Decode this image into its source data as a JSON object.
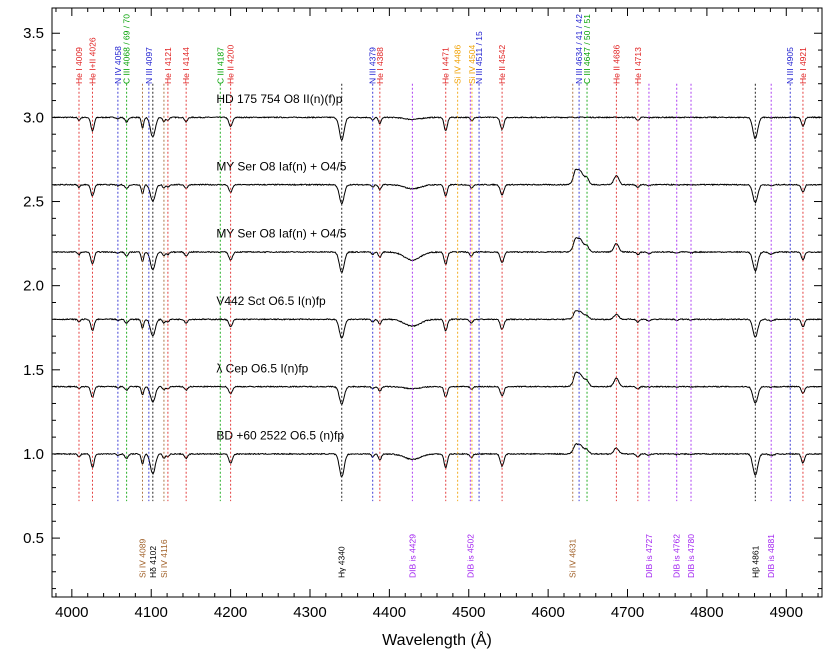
{
  "chart_data": {
    "type": "line",
    "title": "",
    "xlabel": "Wavelength (Å)",
    "ylabel": "",
    "xlim": [
      3975,
      4945
    ],
    "ylim": [
      0.15,
      3.65
    ],
    "xticks": [
      4000,
      4100,
      4200,
      4300,
      4400,
      4500,
      4600,
      4700,
      4800,
      4900
    ],
    "yticks": [
      0.5,
      1.0,
      1.5,
      2.0,
      2.5,
      3.0,
      3.5
    ],
    "ytick_labels": [
      "0.5",
      "1.0",
      "1.5",
      "2.0",
      "2.5",
      "3.0",
      "3.5"
    ],
    "grid": false,
    "colors": {
      "red": "#e02020",
      "blue": "#2020d0",
      "green": "#00a000",
      "orange": "#f0a000",
      "brown": "#a06028",
      "purple": "#a020f0",
      "black": "#000000"
    },
    "series": [
      {
        "name": "HD 175 754   O8 II(n)(f)p",
        "offset": 3.0,
        "label_x": 4182,
        "label_y": 3.085,
        "emission": 0.0,
        "abs_scale": 0.9,
        "dib": 0.3
      },
      {
        "name": "MY Ser   O8 Iaf(n) + O4/5",
        "offset": 2.6,
        "label_x": 4182,
        "label_y": 2.685,
        "emission": 1.1,
        "abs_scale": 0.75,
        "dib": 0.6
      },
      {
        "name": "MY Ser   O8 Iaf(n) + O4/5",
        "offset": 2.2,
        "label_x": 4182,
        "label_y": 2.285,
        "emission": 1.0,
        "abs_scale": 0.8,
        "dib": 1.2
      },
      {
        "name": "V442 Sct   O6.5 I(n)fp",
        "offset": 1.8,
        "label_x": 4182,
        "label_y": 1.885,
        "emission": 0.6,
        "abs_scale": 0.75,
        "dib": 1.0
      },
      {
        "name": "λ Cep   O6.5 I(n)fp",
        "offset": 1.4,
        "label_x": 4182,
        "label_y": 1.485,
        "emission": 1.0,
        "abs_scale": 0.7,
        "dib": 0.3
      },
      {
        "name": "BD +60 2522   O6.5 (n)fp",
        "offset": 1.0,
        "label_x": 4182,
        "label_y": 1.085,
        "emission": 0.7,
        "abs_scale": 0.9,
        "dib": 0.8
      }
    ],
    "top_line_labels": [
      {
        "text": "He I 4009",
        "x": 4009,
        "color": "red"
      },
      {
        "text": "He I+II 4026",
        "x": 4026,
        "color": "red"
      },
      {
        "text": "N IV 4058",
        "x": 4058,
        "color": "blue"
      },
      {
        "text": "C III 4068 / 69 / 70",
        "x": 4069,
        "color": "green"
      },
      {
        "text": "N III 4097",
        "x": 4097,
        "color": "blue"
      },
      {
        "text": "He I 4121",
        "x": 4121,
        "color": "red"
      },
      {
        "text": "He I 4144",
        "x": 4144,
        "color": "red"
      },
      {
        "text": "C III 4187",
        "x": 4187,
        "color": "green"
      },
      {
        "text": "He II 4200",
        "x": 4200,
        "color": "red"
      },
      {
        "text": "N III 4379",
        "x": 4379,
        "color": "blue"
      },
      {
        "text": "He I 4388",
        "x": 4388,
        "color": "red"
      },
      {
        "text": "He I 4471",
        "x": 4471,
        "color": "red"
      },
      {
        "text": "Si IV 4486",
        "x": 4486,
        "color": "orange"
      },
      {
        "text": "Si IV 4504",
        "x": 4504,
        "color": "orange"
      },
      {
        "text": "N III 4511 / 15",
        "x": 4513,
        "color": "blue"
      },
      {
        "text": "He II 4542",
        "x": 4542,
        "color": "red"
      },
      {
        "text": "N III 4634 / 41 / 42",
        "x": 4639,
        "color": "blue"
      },
      {
        "text": "C III 4647 / 50 / 51",
        "x": 4649,
        "color": "green"
      },
      {
        "text": "He II 4686",
        "x": 4686,
        "color": "red"
      },
      {
        "text": "He I 4713",
        "x": 4713,
        "color": "red"
      },
      {
        "text": "N III 4905",
        "x": 4905,
        "color": "blue"
      },
      {
        "text": "He I 4921",
        "x": 4921,
        "color": "red"
      }
    ],
    "bottom_line_labels": [
      {
        "text": "Si IV 4089",
        "x": 4089,
        "color": "brown"
      },
      {
        "text": "Hδ 4102",
        "x": 4102,
        "color": "black"
      },
      {
        "text": "Si IV 4116",
        "x": 4116,
        "color": "brown"
      },
      {
        "text": "Hγ 4340",
        "x": 4340,
        "color": "black"
      },
      {
        "text": "DIB is 4429",
        "x": 4429,
        "color": "purple"
      },
      {
        "text": "DIB is 4502",
        "x": 4502,
        "color": "purple"
      },
      {
        "text": "Si IV 4631",
        "x": 4631,
        "color": "brown"
      },
      {
        "text": "DIB is 4727",
        "x": 4727,
        "color": "purple"
      },
      {
        "text": "DIB is 4762",
        "x": 4762,
        "color": "purple"
      },
      {
        "text": "DIB is 4780",
        "x": 4780,
        "color": "purple"
      },
      {
        "text": "Hβ 4861",
        "x": 4861,
        "color": "black"
      },
      {
        "text": "DIB is 4881",
        "x": 4881,
        "color": "purple"
      }
    ],
    "absorption_lines": [
      {
        "x": 4009,
        "depth": 0.02,
        "width": 1.5
      },
      {
        "x": 4026,
        "depth": 0.09,
        "width": 2.0
      },
      {
        "x": 4058,
        "depth": 0.01,
        "width": 1.5
      },
      {
        "x": 4069,
        "depth": 0.03,
        "width": 2.0
      },
      {
        "x": 4089,
        "depth": 0.07,
        "width": 1.5
      },
      {
        "x": 4102,
        "depth": 0.13,
        "width": 3.0
      },
      {
        "x": 4116,
        "depth": 0.03,
        "width": 1.5
      },
      {
        "x": 4121,
        "depth": 0.02,
        "width": 1.5
      },
      {
        "x": 4144,
        "depth": 0.03,
        "width": 1.8
      },
      {
        "x": 4200,
        "depth": 0.06,
        "width": 2.2
      },
      {
        "x": 4340,
        "depth": 0.15,
        "width": 3.0
      },
      {
        "x": 4379,
        "depth": 0.02,
        "width": 1.5
      },
      {
        "x": 4388,
        "depth": 0.04,
        "width": 1.8
      },
      {
        "x": 4471,
        "depth": 0.09,
        "width": 2.0
      },
      {
        "x": 4504,
        "depth": 0.02,
        "width": 1.5
      },
      {
        "x": 4542,
        "depth": 0.08,
        "width": 2.2
      },
      {
        "x": 4713,
        "depth": 0.02,
        "width": 1.8
      },
      {
        "x": 4861,
        "depth": 0.14,
        "width": 3.0
      },
      {
        "x": 4921,
        "depth": 0.06,
        "width": 2.0
      }
    ],
    "emission_features": [
      {
        "x": 4639,
        "height": 0.08,
        "width": 5.0
      },
      {
        "x": 4686,
        "height": 0.05,
        "width": 3.0
      },
      {
        "x": 4634,
        "height": 0.03,
        "width": 2.0
      },
      {
        "x": 4649,
        "height": 0.03,
        "width": 2.5
      }
    ],
    "dib_features": [
      {
        "x": 4429,
        "depth": 0.04,
        "width": 10.0
      },
      {
        "x": 4502,
        "depth": 0.01,
        "width": 2.0
      },
      {
        "x": 4727,
        "depth": 0.01,
        "width": 2.0
      },
      {
        "x": 4762,
        "depth": 0.005,
        "width": 2.0
      },
      {
        "x": 4780,
        "depth": 0.005,
        "width": 2.0
      },
      {
        "x": 4881,
        "depth": 0.01,
        "width": 3.0
      }
    ]
  }
}
